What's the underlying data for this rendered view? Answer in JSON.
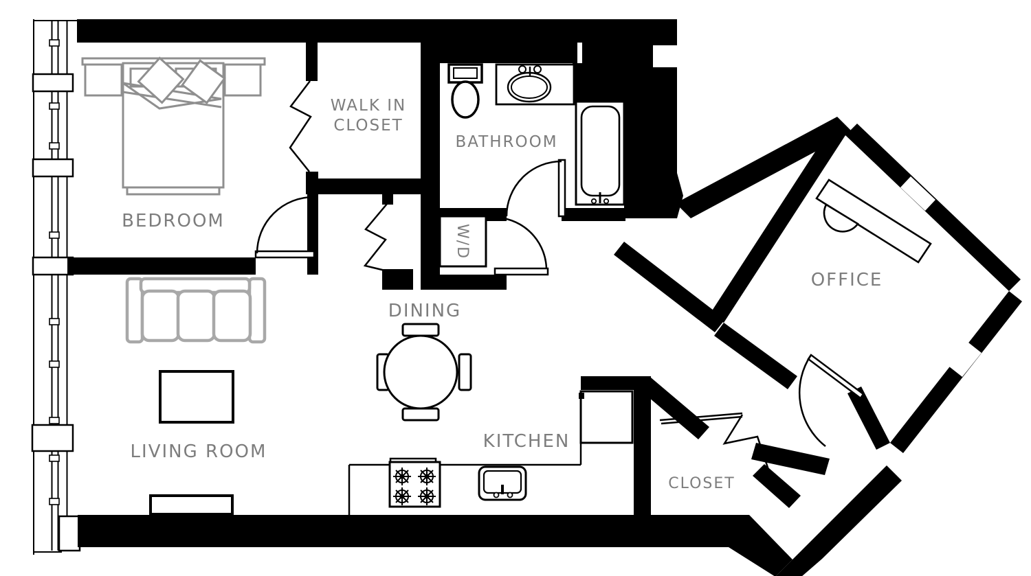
{
  "image_type": "architectural-floor-plan",
  "colors": {
    "background": "#ffffff",
    "walls": "#000000",
    "room_labels": "#7d7d7d",
    "bedroom_furniture_gray": "#8f8f8f",
    "sofa_gray": "#a8a8a8",
    "fixture_outline": "#000000"
  },
  "rooms": {
    "bedroom": {
      "label": "BEDROOM"
    },
    "walk_in_closet": {
      "label_line1": "WALK IN",
      "label_line2": "CLOSET"
    },
    "bathroom": {
      "label": "BATHROOM"
    },
    "laundry": {
      "label": "W/D"
    },
    "dining": {
      "label": "DINING"
    },
    "living_room": {
      "label": "LIVING ROOM"
    },
    "kitchen": {
      "label": "KITCHEN"
    },
    "entry_closet": {
      "label": "CLOSET"
    },
    "office": {
      "label": "OFFICE"
    }
  },
  "furniture_icons": [
    "bed-icon",
    "pillow-icon",
    "throw-pillow-icon",
    "nightstand-icon",
    "headboard-shelf-icon",
    "sofa-icon",
    "coffee-table-icon",
    "tv-console-icon",
    "dining-table-icon",
    "dining-chair-icon",
    "stove-icon",
    "burner-icon",
    "kitchen-sink-icon",
    "refrigerator-icon",
    "counter-icon",
    "toilet-icon",
    "vanity-sink-icon",
    "bathtub-icon",
    "washer-dryer-box-icon",
    "desk-icon",
    "desk-chair-icon",
    "swing-door-icon",
    "bifold-door-icon",
    "window-mullion-icon",
    "structural-column-icon"
  ]
}
